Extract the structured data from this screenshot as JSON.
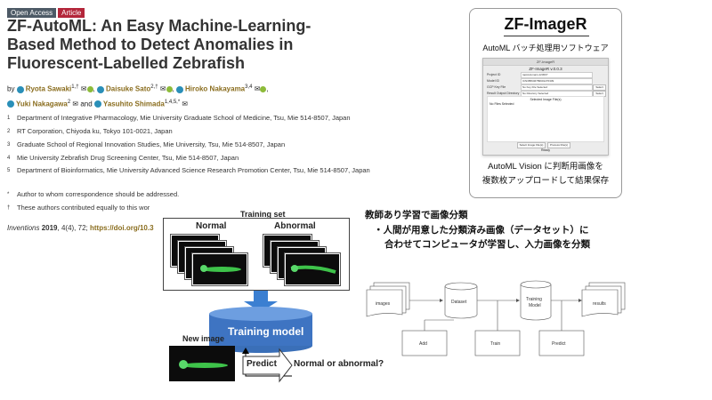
{
  "badges": {
    "open_access": "Open Access",
    "article": "Article"
  },
  "paper": {
    "title": "ZF-AutoML: An Easy Machine-Learning-Based Method to Detect Anomalies in Fluorescent-Labelled Zebrafish",
    "by": "by",
    "authors": [
      {
        "name": "Ryota Sawaki",
        "sup": "1,†"
      },
      {
        "name": "Daisuke Sato",
        "sup": "2,†"
      },
      {
        "name": "Hiroko Nakayama",
        "sup": "3,4"
      },
      {
        "name": "Yuki Nakagawa",
        "sup": "2"
      },
      {
        "name": "Yasuhito Shimada",
        "sup": "1,4,5,*"
      }
    ],
    "and": "and",
    "affiliations": [
      {
        "n": "1",
        "text": "Department of Integrative Pharmacology, Mie University Graduate School of Medicine, Tsu, Mie 514-8507, Japan"
      },
      {
        "n": "2",
        "text": "RT Corporation, Chiyoda ku, Tokyo 101-0021, Japan"
      },
      {
        "n": "3",
        "text": "Graduate School of Regional Innovation Studies, Mie University, Tsu, Mie 514-8507, Japan"
      },
      {
        "n": "4",
        "text": "Mie University Zebrafish Drug Screening Center, Tsu, Mie 514-8507, Japan"
      },
      {
        "n": "5",
        "text": "Department of Bioinformatics, Mie University Advanced Science Research Promotion Center, Tsu, Mie 514-8507, Japan"
      },
      {
        "n": "*",
        "text": "Author to whom correspondence should be addressed."
      },
      {
        "n": "†",
        "text": "These authors contributed equally to this wor"
      }
    ],
    "citation": {
      "journal": "Inventions",
      "year": "2019",
      "vol": "4(4), 72;",
      "doi": "https://doi.org/10.3"
    }
  },
  "zf_box": {
    "title": "ZF-ImageR",
    "subtitle": "AutoML バッチ処理用ソフトウェア",
    "bottom_line1": "AutoML Vision に判断用画像を",
    "bottom_line2": "複数枚アップロードして結果保存",
    "app": {
      "window_title": "ZF-ImageR",
      "version": "ZF-ImageR v.0.0.3",
      "rows": [
        {
          "label": "Project ID",
          "value": "rapid-domain-123007"
        },
        {
          "label": "Model ID",
          "value": "ICN385646789901270339"
        },
        {
          "label": "GCP Key File",
          "value": "No Key File Selected",
          "button": "Select"
        },
        {
          "label": "Result Output Directory",
          "value": "No Directory Selected",
          "button": "Select"
        }
      ],
      "selected_label": "Selected Image File(s)",
      "no_files": "No Files Selected",
      "btn_select_image": "Select Image File(s)",
      "btn_process": "Process File(s)",
      "status": "Ready"
    }
  },
  "diagram": {
    "training_set": "Training set",
    "normal": "Normal",
    "abnormal": "Abnormal",
    "training_model": "Training model",
    "new_image": "New image",
    "predict": "Predict",
    "normal_or_abnormal": "Normal or abnormal?"
  },
  "jp_text": {
    "heading": "教師あり学習で画像分類",
    "bullet_line1": "・人間が用意した分類済み画像（データセット）に",
    "bullet_line2": "合わせてコンピュータが学習し、入力画像を分類"
  },
  "flow": {
    "images": "images",
    "dataset": "Dataset",
    "training_model_1": "Training",
    "training_model_2": "Model",
    "results": "results",
    "add": "Add",
    "train": "Train",
    "predict": "Predict"
  }
}
